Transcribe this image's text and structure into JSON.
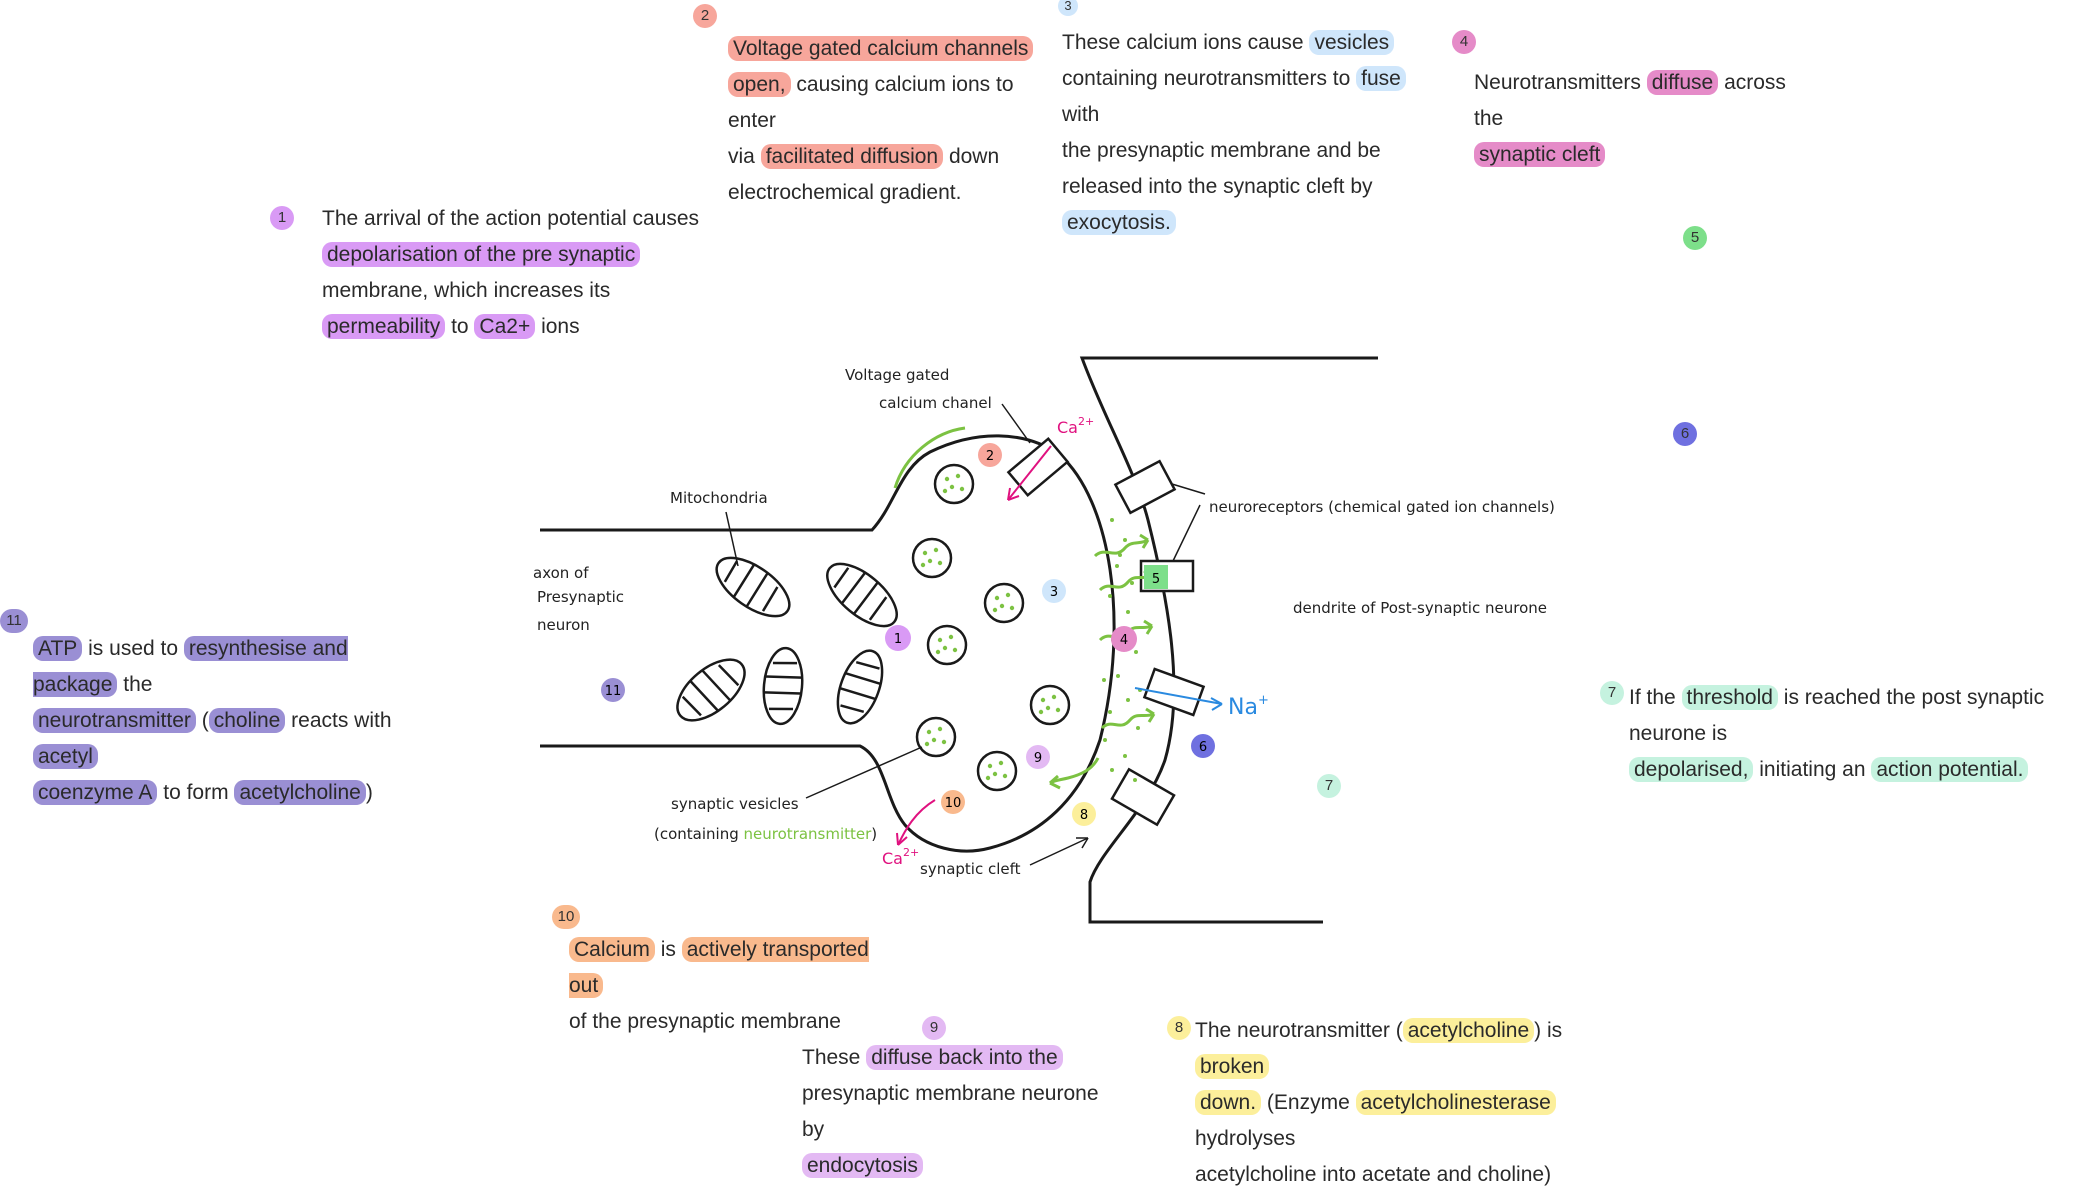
{
  "steps": {
    "s1": {
      "badge": "1",
      "color": "#d99af5",
      "parts": [
        {
          "t": "The arrival of the action potential causes",
          "h": false
        },
        {
          "t": "depolarisation of the pre synaptic",
          "h": true
        },
        {
          "t": "membrane, which increases its",
          "h": false
        },
        {
          "t": "permeability",
          "h": true
        },
        {
          "t": "to",
          "h": false
        },
        {
          "t": "Ca2+",
          "h": true
        },
        {
          "t": "ions",
          "h": false
        }
      ]
    },
    "s2": {
      "badge": "2",
      "color": "#f7a69b",
      "parts": [
        {
          "t": "Voltage gated calcium channels",
          "h": true
        },
        {
          "t": "open,",
          "h": true
        },
        {
          "t": "causing calcium ions to enter",
          "h": false
        },
        {
          "t": "via",
          "h": false
        },
        {
          "t": "facilitated diffusion",
          "h": true
        },
        {
          "t": "down",
          "h": false
        },
        {
          "t": "electrochemical gradient.",
          "h": false
        }
      ]
    },
    "s3": {
      "badge": "3",
      "color": "#cfe6fb",
      "parts": [
        {
          "t": "These calcium ions cause",
          "h": false
        },
        {
          "t": "vesicles",
          "h": true
        },
        {
          "t": "containing neurotransmitters to",
          "h": false
        },
        {
          "t": "fuse",
          "h": true
        },
        {
          "t": "with",
          "h": false
        },
        {
          "t": "the presynaptic membrane and be",
          "h": false
        },
        {
          "t": "released into the synaptic cleft by",
          "h": false
        },
        {
          "t": "exocytosis.",
          "h": true
        }
      ]
    },
    "s4": {
      "badge": "4",
      "color": "#e58bc8",
      "parts": [
        {
          "t": "Neurotransmitters",
          "h": false
        },
        {
          "t": "diffuse",
          "h": true
        },
        {
          "t": "across the",
          "h": false
        },
        {
          "t": "synaptic cleft",
          "h": true
        }
      ]
    },
    "s5": {
      "badge": "5",
      "color": "#7ddf8a"
    },
    "s6": {
      "badge": "6",
      "color": "#6f70e0"
    },
    "s7": {
      "badge": "7",
      "color": "#c5f2df",
      "parts": [
        {
          "t": "If the",
          "h": false
        },
        {
          "t": "threshold",
          "h": true
        },
        {
          "t": "is reached the post synaptic neurone is",
          "h": false
        },
        {
          "t": "depolarised,",
          "h": true
        },
        {
          "t": "initiating an",
          "h": false
        },
        {
          "t": "action potential.",
          "h": true
        }
      ]
    },
    "s8": {
      "badge": "8",
      "color": "#fcef9b",
      "parts": [
        {
          "t": "The neurotransmitter (",
          "h": false
        },
        {
          "t": "acetylcholine",
          "h": true
        },
        {
          "t": ") is",
          "h": false
        },
        {
          "t": "broken",
          "h": true
        },
        {
          "t": "down.",
          "h": true
        },
        {
          "t": "(Enzyme",
          "h": false
        },
        {
          "t": "acetylcholinesterase",
          "h": true
        },
        {
          "t": "hydrolyses",
          "h": false
        },
        {
          "t": "acetylcholine into acetate and choline)",
          "h": false
        }
      ]
    },
    "s9": {
      "badge": "9",
      "color": "#e3b9f3",
      "parts": [
        {
          "t": "These",
          "h": false
        },
        {
          "t": "diffuse back into the",
          "h": true
        },
        {
          "t": "presynaptic membrane neurone by",
          "h": false
        },
        {
          "t": "endocytosis",
          "h": true
        }
      ]
    },
    "s10": {
      "badge": "10",
      "color": "#f9b98d",
      "parts": [
        {
          "t": "Calcium",
          "h": true
        },
        {
          "t": "is",
          "h": false
        },
        {
          "t": "actively transported out",
          "h": true
        },
        {
          "t": "of the presynaptic membrane",
          "h": false
        }
      ]
    },
    "s11": {
      "badge": "11",
      "color": "#9a8fd4",
      "parts": [
        {
          "t": "ATP",
          "h": true
        },
        {
          "t": "is used to",
          "h": false
        },
        {
          "t": "resynthesise and package",
          "h": true
        },
        {
          "t": "the",
          "h": false
        },
        {
          "t": "neurotransmitter",
          "h": true
        },
        {
          "t": "(",
          "h": false
        },
        {
          "t": "choline",
          "h": true
        },
        {
          "t": "reacts with",
          "h": false
        },
        {
          "t": "acetyl",
          "h": true
        },
        {
          "t": "coenzyme A",
          "h": true
        },
        {
          "t": "to form",
          "h": false
        },
        {
          "t": "acetylcholine",
          "h": true
        },
        {
          "t": ")",
          "h": false
        }
      ]
    }
  },
  "diagram": {
    "labels": {
      "vgcc_1": "Voltage gated",
      "vgcc_2": "calcium chanel",
      "mito": "Mitochondria",
      "axon_1": "axon of",
      "axon_2": "Presynaptic",
      "axon_3": "neuron",
      "neuroreceptors": "neuroreceptors (chemical gated ion channels)",
      "dendrite": "dendrite of Post-synaptic neurone",
      "vesicles_1": "synaptic vesicles",
      "vesicles_2a": "(containing",
      "vesicles_2b": "neurotransmitter",
      "vesicles_2c": ")",
      "cleft": "synaptic cleft",
      "ca_top": "Ca",
      "ca_top_sup": "2+",
      "ca_bottom": "Ca",
      "ca_bottom_sup": "2+",
      "na": "Na",
      "na_sup": "+"
    },
    "colors": {
      "outline": "#1a1a1a",
      "green": "#7cc242",
      "magenta": "#e0117f",
      "blue": "#2a8ae0"
    }
  }
}
